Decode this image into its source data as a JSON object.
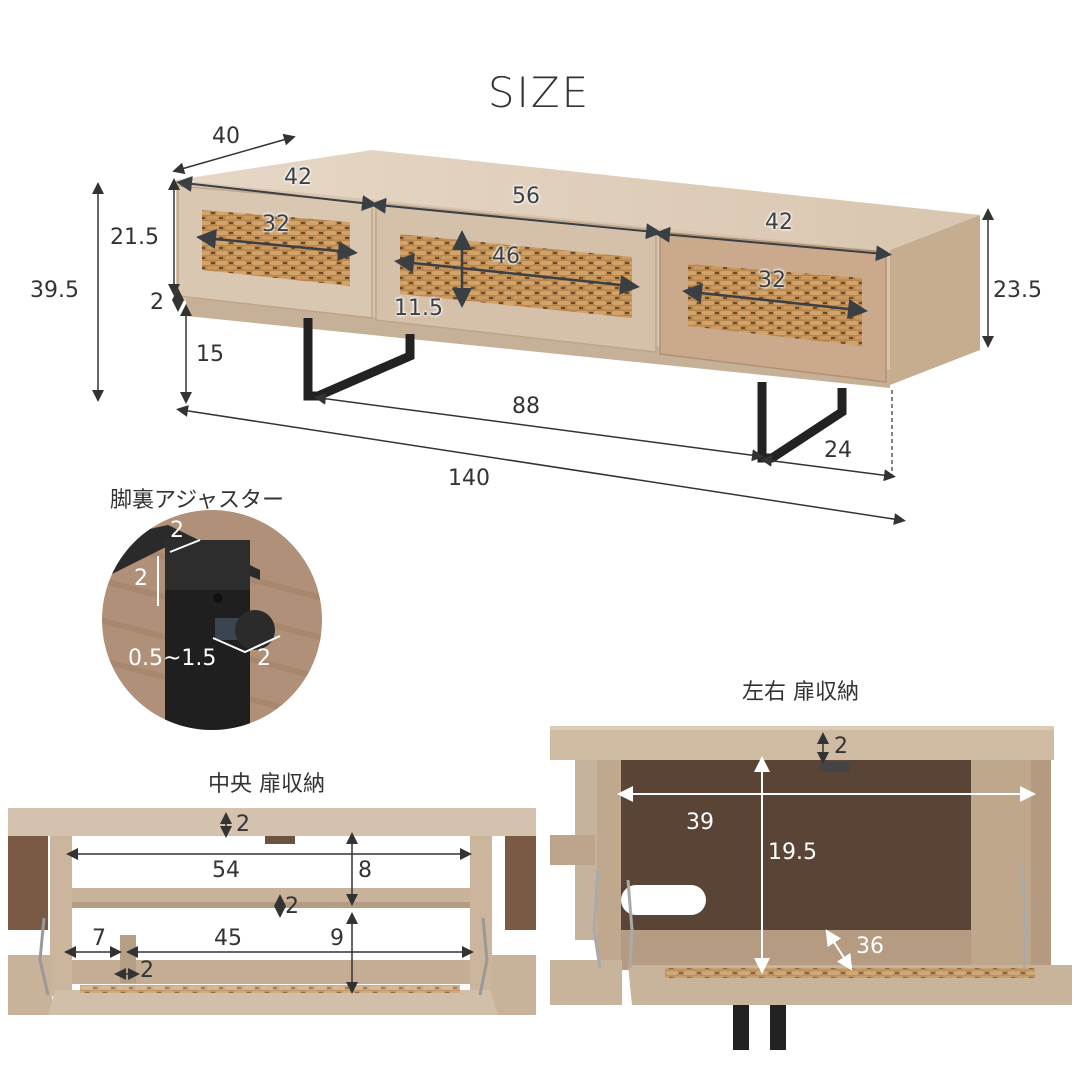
{
  "title": "SIZE",
  "main_view": {
    "depth": "40",
    "left_drawer_width": "42",
    "center_drawer_width": "56",
    "right_drawer_width": "42",
    "left_rattan_width": "32",
    "center_rattan_width": "46",
    "right_rattan_width": "32",
    "rattan_height": "11.5",
    "total_height": "39.5",
    "cabinet_height_front": "21.5",
    "gap_height": "2",
    "leg_height": "15",
    "side_height": "23.5",
    "leg_span": "88",
    "leg_offset": "24",
    "total_width": "140"
  },
  "adjuster": {
    "label": "脚裏アジャスター",
    "top_width": "2",
    "side_height": "2",
    "adjust_range": "0.5~1.5",
    "foot_diameter": "2"
  },
  "center_storage": {
    "label": "中央 扉収納",
    "top_thickness": "2",
    "inner_width": "54",
    "upper_height": "8",
    "shelf_thickness": "2",
    "lower_left_gap": "7",
    "lower_width": "45",
    "lower_height": "9",
    "divider_thickness": "2"
  },
  "side_storage": {
    "label": "左右 扉収納",
    "top_thickness": "2",
    "inner_width": "39",
    "inner_height": "19.5",
    "inner_depth": "36"
  },
  "colors": {
    "wood_light": "#d8c4ae",
    "wood_mid": "#c9b297",
    "wood_dark_interior": "#5a4435",
    "rattan": "#b8864f",
    "metal": "#222222",
    "text": "#333333"
  }
}
